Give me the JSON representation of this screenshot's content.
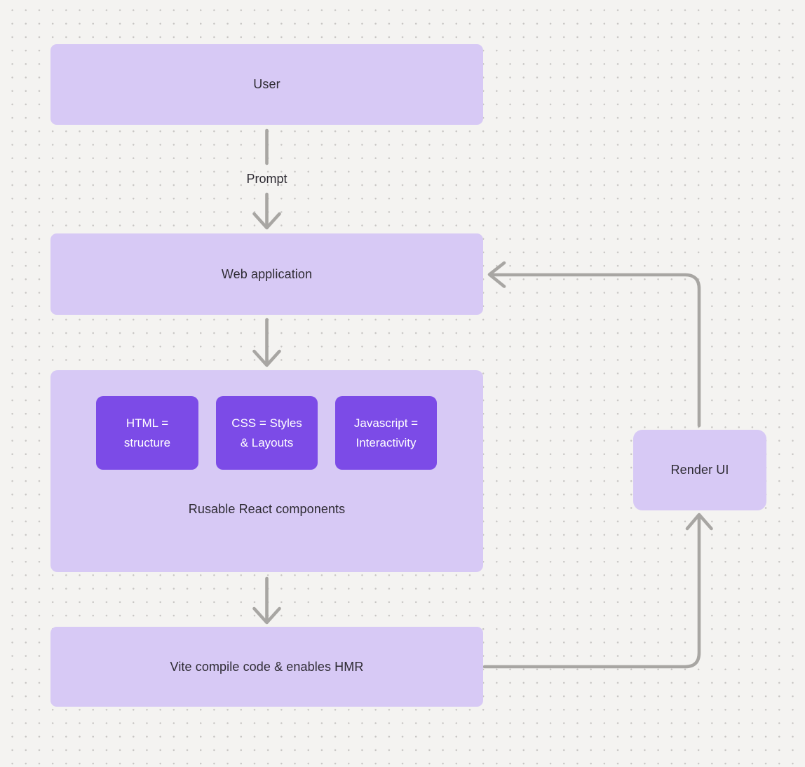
{
  "colors": {
    "background": "#f4f3f1",
    "dot": "#c8c6c4",
    "node_fill": "#d7c9f5",
    "accent_fill": "#7c4be7",
    "arrow": "#a8a6a3",
    "text_dark": "#2e2b33",
    "text_light": "#ffffff"
  },
  "nodes": {
    "user": {
      "label": "User"
    },
    "web_application": {
      "label": "Web application"
    },
    "components_group": {
      "caption": "Rusable React components",
      "children": [
        {
          "line1": "HTML =",
          "line2": "structure"
        },
        {
          "line1": "CSS = Styles",
          "line2": "& Layouts"
        },
        {
          "line1": "Javascript =",
          "line2": "Interactivity"
        }
      ]
    },
    "vite": {
      "label": "Vite compile code & enables HMR"
    },
    "render_ui": {
      "label": "Render UI"
    }
  },
  "edges": {
    "user_to_webapp": {
      "label": "Prompt"
    }
  }
}
